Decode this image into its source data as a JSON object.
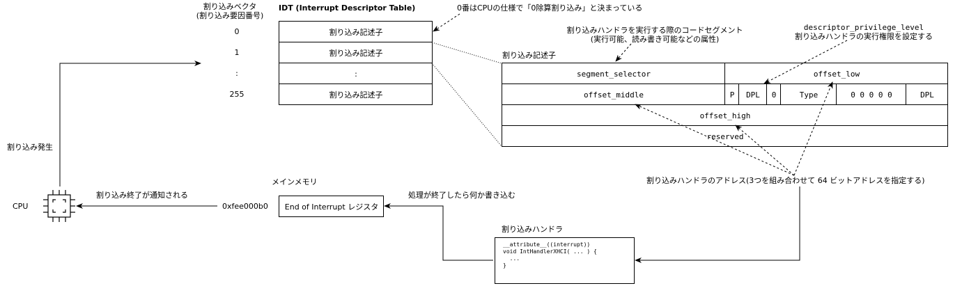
{
  "labels": {
    "vector_title_line1": "割り込みベクタ",
    "vector_title_line2": "(割り込み要因番号)",
    "idt_title": "IDT (Interrupt Descriptor Table)",
    "zero_note": "0番はCPUの仕様で「0除算割り込み」と決まっている",
    "segment_note_line1": "割り込みハンドラを実行する際のコードセグメント",
    "segment_note_line2": "(実行可能、読み書き可能などの属性)",
    "dpl_note_line1": "descriptor_privilege_level",
    "dpl_note_line2": "割り込みハンドラの実行権限を設定する",
    "descriptor_title": "割り込み記述子",
    "interrupt_occurs": "割り込み発生",
    "cpu": "CPU",
    "end_notified": "割り込み終了が通知される",
    "eoi_address": "0xfee000b0",
    "main_memory": "メインメモリ",
    "eoi_register": "End  of Interrupt レジスタ",
    "write_note": "処理が終了したら何か書き込む",
    "handler_title": "割り込みハンドラ",
    "address_note": "割り込みハンドラのアドレス(3つを組み合わせて  64  ビットアドレスを指定する)"
  },
  "idt": {
    "vectors": [
      "0",
      "1",
      ":",
      "255"
    ],
    "entries": [
      "割り込み記述子",
      "割り込み記述子",
      ":",
      "割り込み記述子"
    ]
  },
  "descriptor": {
    "segment_selector": "segment_selector",
    "offset_low": "offset_low",
    "offset_middle": "offset_middle",
    "p": "P",
    "dpl": "DPL",
    "zero": "0",
    "type": "Type",
    "zeros": "0 0 0 0 0",
    "dpl2": "DPL",
    "offset_high": "offset_high",
    "reserved": "reserved"
  },
  "handler_code": "__attribute__((interrupt))\nvoid IntHandlerXHCI( ... ) {\n  ...\n}",
  "colors": {
    "line": "#000000",
    "background": "#ffffff"
  },
  "icons": {
    "cpu": "cpu-chip-icon"
  }
}
